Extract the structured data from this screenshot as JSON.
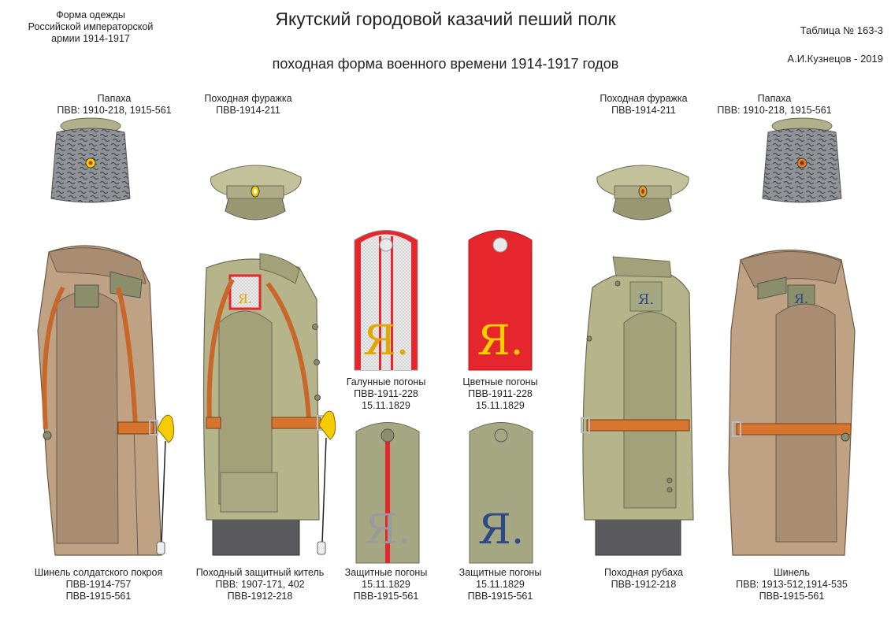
{
  "header": {
    "left": "Форма одежды\nРоссийской императорской\nармии  1914-1917",
    "title": "Якутский городовой казачий пеший полк",
    "subtitle": "походная форма военного времени 1914-1917 годов",
    "table_no": "Таблица № 163-3",
    "author": "А.И.Кузнецов - 2019"
  },
  "hats": {
    "papakha_left": "Папаха\nПВВ: 1910-218, 1915-561",
    "cap_left": "Походная фуражка\nПВВ-1914-211",
    "cap_right": "Походная фуражка\nПВВ-1914-211",
    "papakha_right": "Папаха\nПВВ: 1910-218, 1915-561"
  },
  "shoulder_boards": {
    "galun": "Галунные погоны\nПВВ-1911-228\n15.11.1829",
    "color": "Цветные погоны\nПВВ-1911-228\n15.11.1829",
    "protective_1": "Защитные погоны\n15.11.1829\nПВВ-1915-561",
    "protective_2": "Защитные  погоны\n15.11.1829\nПВВ-1915-561",
    "letter": "Я."
  },
  "uniforms": {
    "greatcoat_soldier": "Шинель солдатского покроя\nПВВ-1914-757\nПВВ-1915-561",
    "field_tunic": "Походный защитный китель\nПВВ: 1907-171, 402\nПВВ-1912-218",
    "field_shirt": "Походная рубаха\nПВВ-1912-218",
    "greatcoat": "Шинель\nПВВ: 1913-512,1914-535\nПВВ-1915-561"
  },
  "colors": {
    "greatcoat": "#bfa184",
    "khaki": "#b6b48a",
    "papakha": "#8e9094",
    "belt": "#d7752f",
    "red": "#e5262d",
    "yellow": "#f5d000",
    "blue": "#2d4a86",
    "trousers": "#5a5a5e"
  }
}
